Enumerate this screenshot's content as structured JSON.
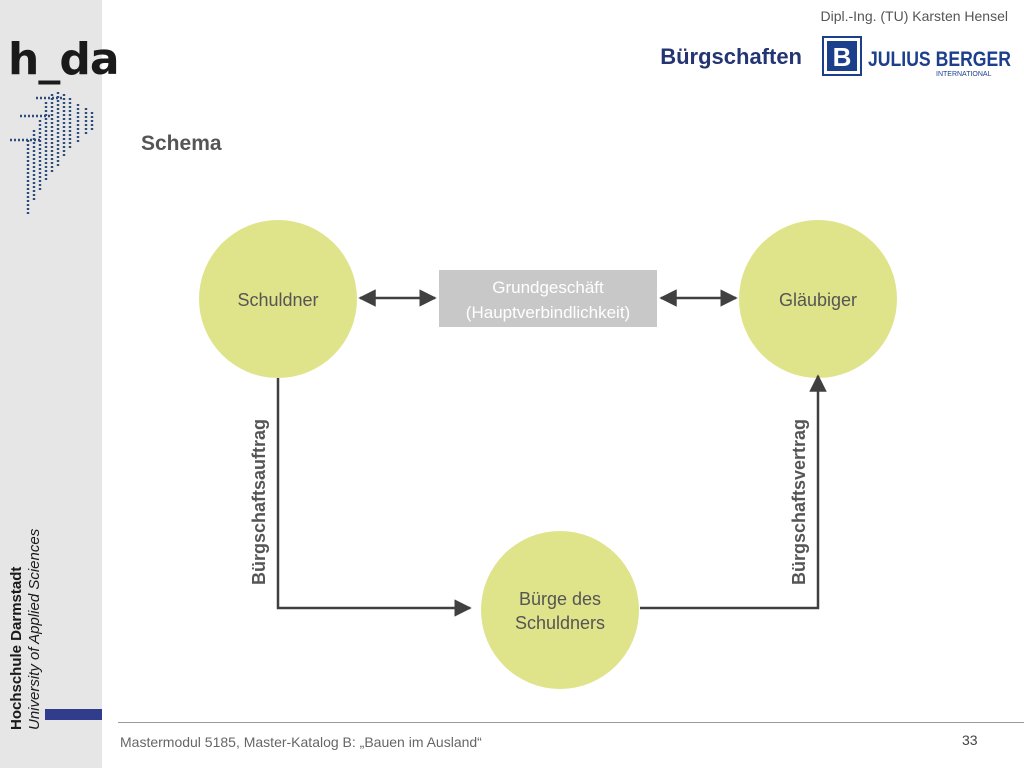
{
  "branding": {
    "logo_text": "h_da",
    "university_name": "Hochschule Darmstadt",
    "university_sub": "University of Applied Sciences",
    "partner_logo_letter": "B",
    "partner_name": "JULIUS BERGER",
    "partner_sub": "INTERNATIONAL"
  },
  "header": {
    "author": "Dipl.-Ing. (TU) Karsten Hensel",
    "title": "Bürgschaften",
    "subtitle": "Schema"
  },
  "diagram": {
    "nodes": {
      "schuldner": "Schuldner",
      "glaeubiger": "Gläubiger",
      "buerge_line1": "Bürge des",
      "buerge_line2": "Schuldners"
    },
    "relation_box": {
      "line1": "Grundgeschäft",
      "line2": "(Hauptverbindlichkeit)"
    },
    "edges": {
      "left": "Bürgschaftsauftrag",
      "right": "Bürgschaftsvertrag"
    }
  },
  "footer": {
    "course": "Mastermodul 5185, Master-Katalog B: „Bauen im Ausland“",
    "page_number": "33"
  },
  "colors": {
    "circle_fill": "#dfe38a",
    "box_fill": "#c8c8c8",
    "arrow": "#404040",
    "title": "#233572",
    "accent": "#323c8c"
  }
}
